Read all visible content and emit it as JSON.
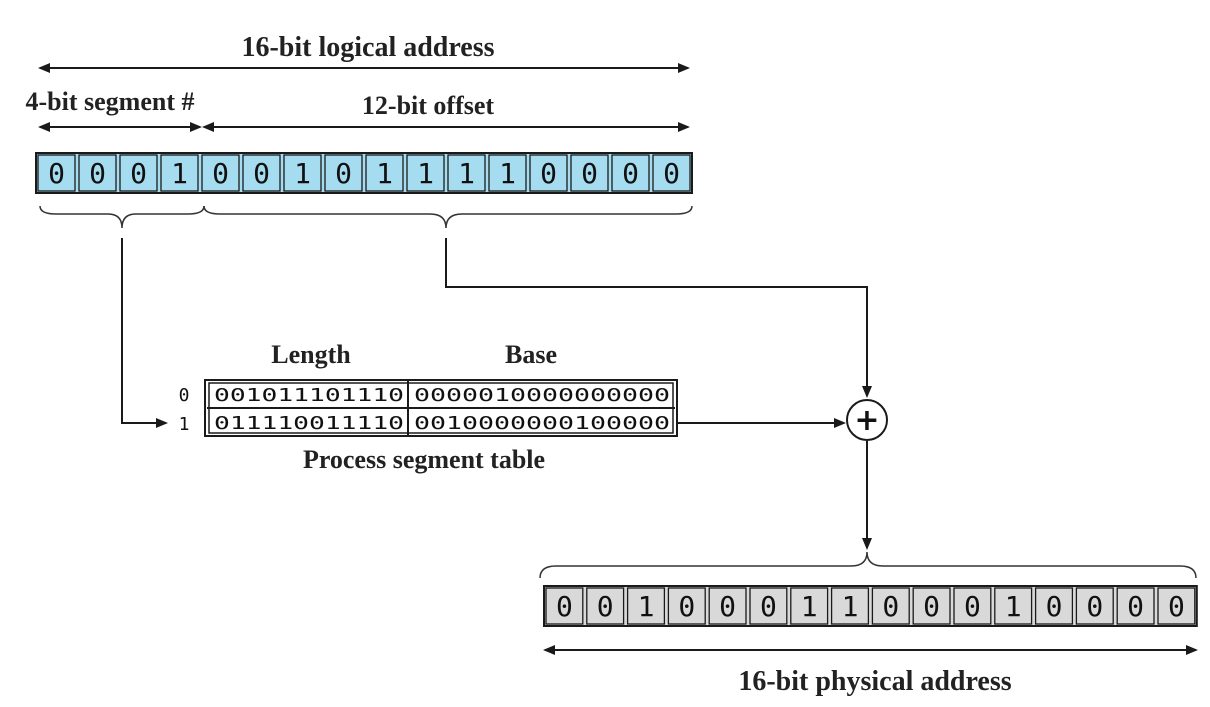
{
  "logical_address": {
    "title": "16-bit logical address",
    "segment_label": "4-bit segment #",
    "offset_label": "12-bit offset",
    "bits": [
      "0",
      "0",
      "0",
      "1",
      "0",
      "0",
      "1",
      "0",
      "1",
      "1",
      "1",
      "1",
      "0",
      "0",
      "0",
      "0"
    ],
    "fill_color": "#a6dcef"
  },
  "segment_table": {
    "title": "Process segment table",
    "headers": {
      "length": "Length",
      "base": "Base"
    },
    "rows": [
      {
        "index": "0",
        "length": "001011101110",
        "base": "0000010000000000"
      },
      {
        "index": "1",
        "length": "011110011110",
        "base": "0010000000100000"
      }
    ]
  },
  "adder": {
    "symbol": "+"
  },
  "physical_address": {
    "title": "16-bit physical address",
    "bits": [
      "0",
      "0",
      "1",
      "0",
      "0",
      "0",
      "1",
      "1",
      "0",
      "0",
      "0",
      "1",
      "0",
      "0",
      "0",
      "0"
    ],
    "fill_color": "#d9d9d9"
  }
}
